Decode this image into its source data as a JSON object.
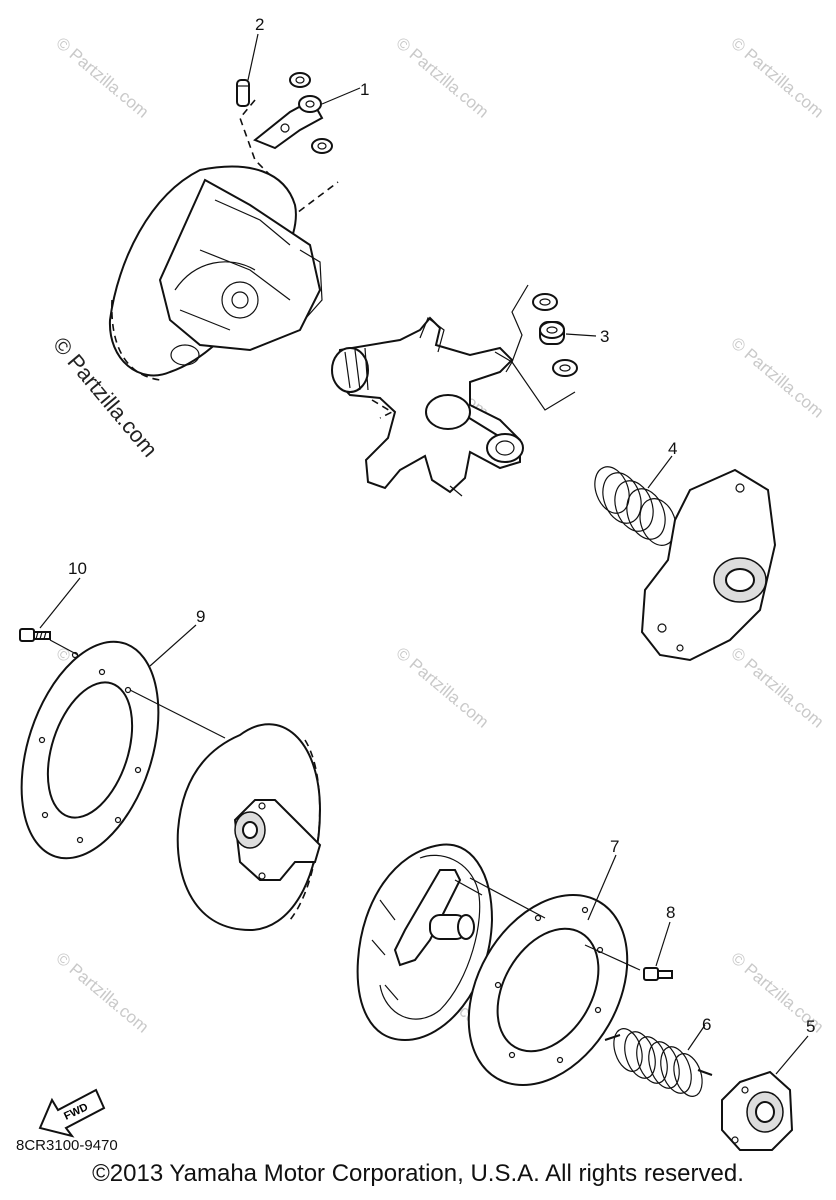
{
  "watermarks": {
    "small": "© Partzilla.com",
    "large": "© Partzilla.com"
  },
  "callouts": [
    "1",
    "2",
    "3",
    "4",
    "5",
    "6",
    "7",
    "8",
    "9",
    "10"
  ],
  "diagram_code": "8CR3100-9470",
  "fwd_label": "FWD",
  "copyright": "©2013 Yamaha Motor Corporation, U.S.A. All rights reserved."
}
